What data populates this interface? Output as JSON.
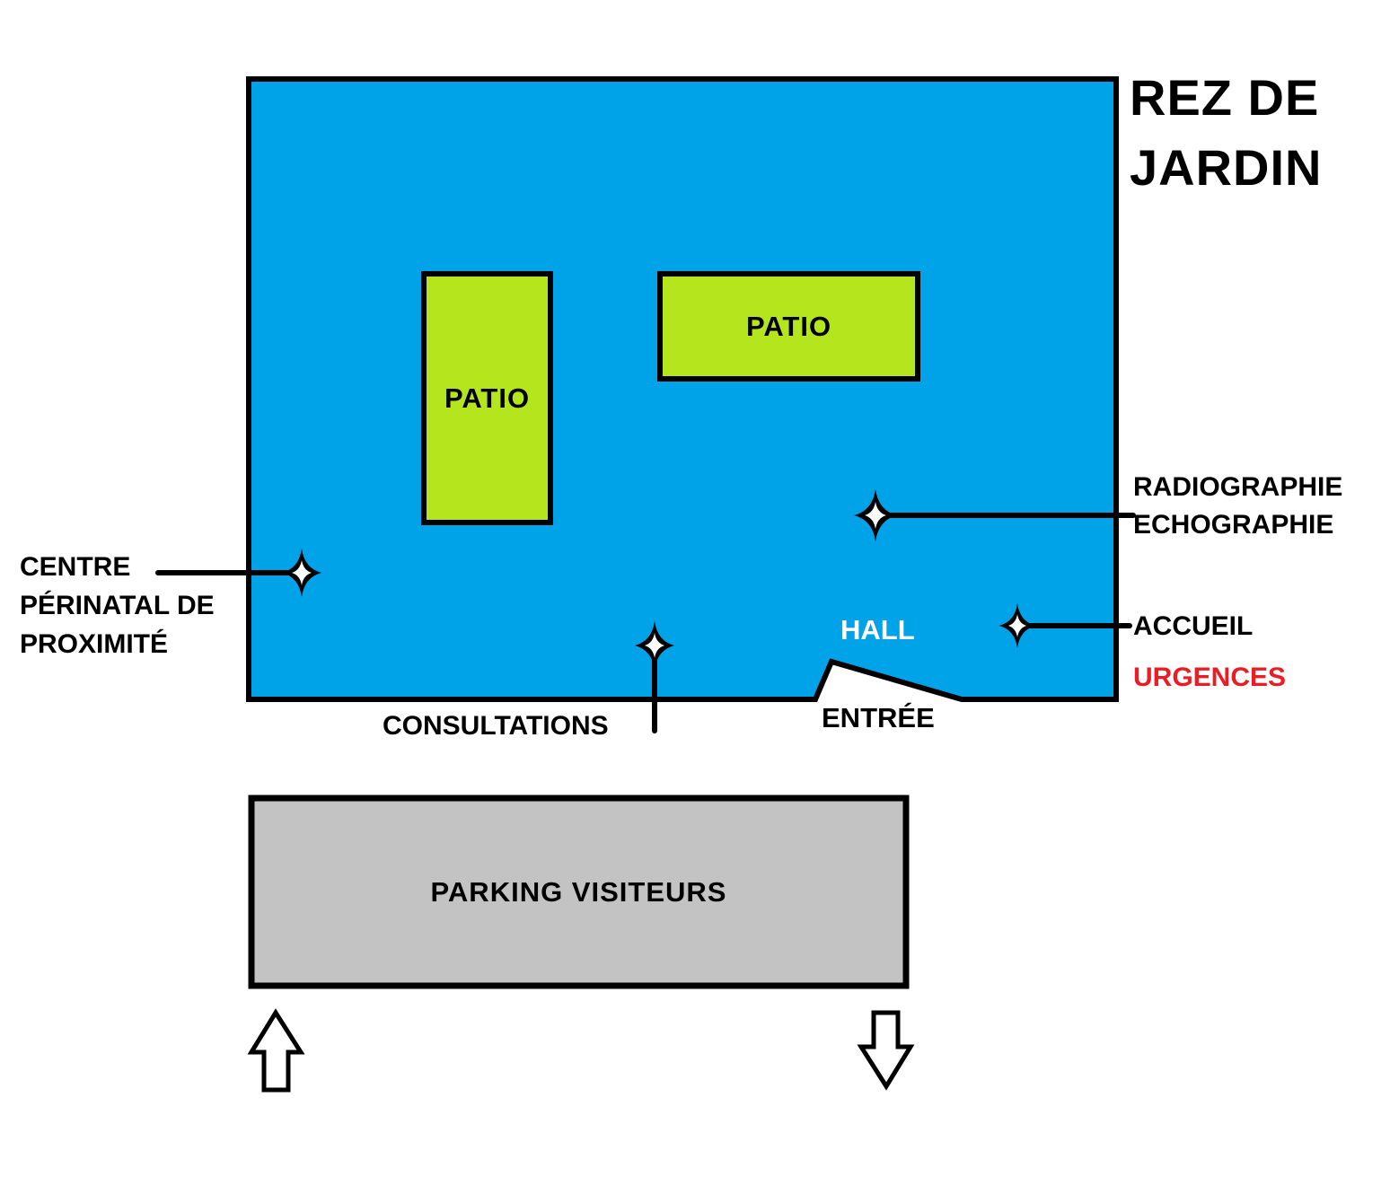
{
  "title": "REZ DE JARDIN",
  "colors": {
    "building_fill": "#00A2E8",
    "patio_fill": "#B5E61D",
    "parking_fill": "#C3C3C3",
    "outline": "#000000",
    "urgences_text": "#ED1C24",
    "hall_text": "#FFFFFF"
  },
  "building": {
    "hall_label": "HALL",
    "entree_label": "ENTRÉE",
    "patios": [
      "PATIO",
      "PATIO"
    ]
  },
  "markers": {
    "centre_perinatal": {
      "lines": [
        "CENTRE",
        "PÉRINATAL DE",
        "PROXIMITÉ"
      ]
    },
    "radiographie_echographie": {
      "lines": [
        "RADIOGRAPHIE",
        "ECHOGRAPHIE"
      ]
    },
    "accueil": {
      "label": "ACCUEIL"
    },
    "consultations": {
      "label": "CONSULTATIONS"
    }
  },
  "urgences": {
    "label": "URGENCES"
  },
  "parking": {
    "label": "PARKING VISITEURS"
  }
}
